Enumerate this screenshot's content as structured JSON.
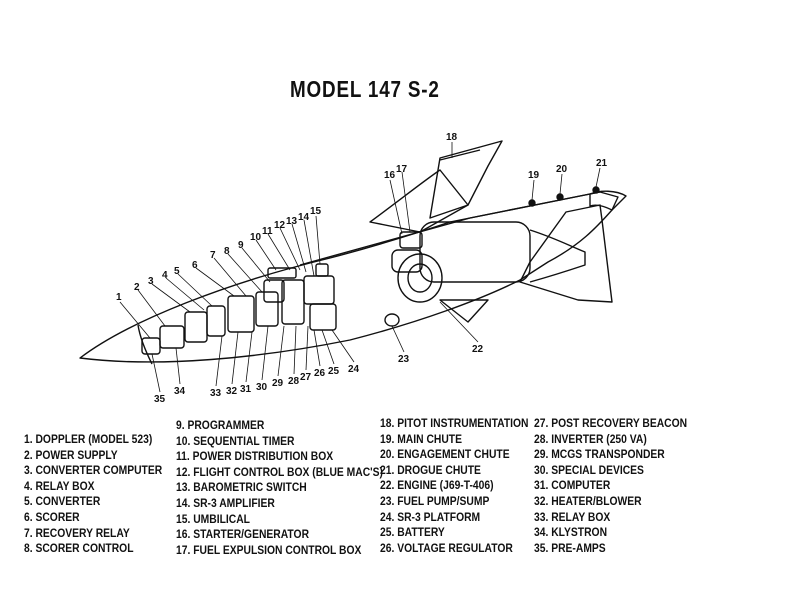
{
  "title": "MODEL 147 S-2",
  "legend": {
    "col1": [
      "1. DOPPLER (MODEL 523)",
      "2. POWER SUPPLY",
      "3. CONVERTER COMPUTER",
      "4. RELAY BOX",
      "5. CONVERTER",
      "6. SCORER",
      "7. RECOVERY RELAY",
      "8. SCORER CONTROL"
    ],
    "col2": [
      "9. PROGRAMMER",
      "10. SEQUENTIAL TIMER",
      "11. POWER DISTRIBUTION BOX",
      "12. FLIGHT CONTROL BOX (BLUE MAC'S)",
      "13. BAROMETRIC SWITCH",
      "14. SR-3 AMPLIFIER",
      "15. UMBILICAL",
      "16. STARTER/GENERATOR",
      "17. FUEL EXPULSION CONTROL BOX"
    ],
    "col3": [
      "18. PITOT INSTRUMENTATION",
      "19. MAIN CHUTE",
      "20. ENGAGEMENT CHUTE",
      "21. DROGUE CHUTE",
      "22. ENGINE (J69-T-406)",
      "23. FUEL PUMP/SUMP",
      "24. SR-3 PLATFORM",
      "25. BATTERY",
      "26. VOLTAGE REGULATOR"
    ],
    "col4": [
      "27. POST RECOVERY BEACON",
      "28. INVERTER (250 VA)",
      "29. MCGS TRANSPONDER",
      "30. SPECIAL DEVICES",
      "31. COMPUTER",
      "32. HEATER/BLOWER",
      "33. RELAY BOX",
      "34. KLYSTRON",
      "35. PRE-AMPS"
    ]
  },
  "callouts": [
    "1",
    "2",
    "3",
    "4",
    "5",
    "6",
    "7",
    "8",
    "9",
    "10",
    "11",
    "12",
    "13",
    "14",
    "15",
    "16",
    "17",
    "18",
    "19",
    "20",
    "21",
    "22",
    "23",
    "24",
    "25",
    "26",
    "27",
    "28",
    "29",
    "30",
    "31",
    "32",
    "33",
    "34",
    "35"
  ]
}
